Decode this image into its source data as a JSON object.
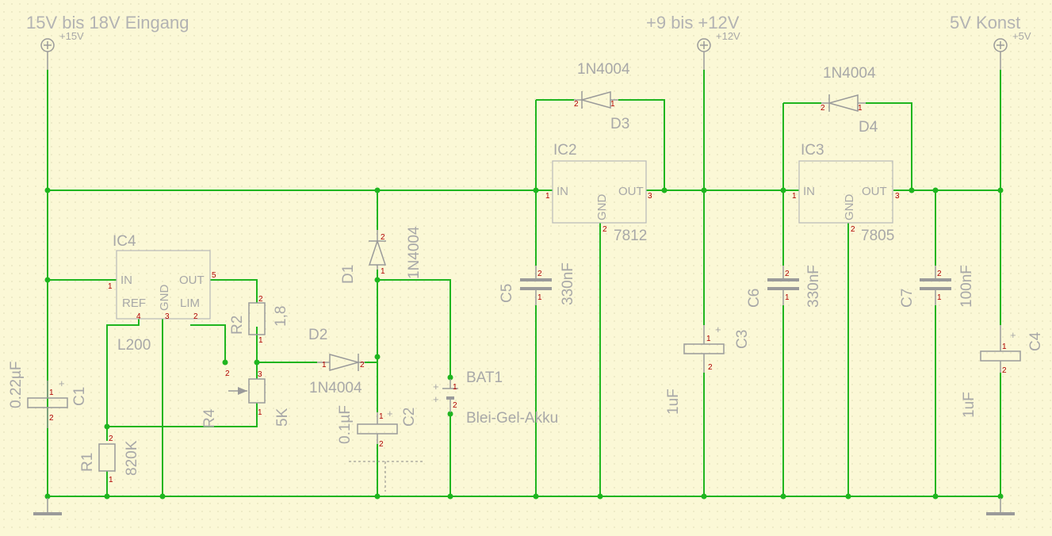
{
  "titles": {
    "input": "15V bis 18V Eingang",
    "mid": "+9 bis +12V",
    "out": "5V Konst"
  },
  "supplies": {
    "p15": "+15V",
    "p12": "+12V",
    "p5": "+5V"
  },
  "ic4": {
    "name": "IC4",
    "value": "L200",
    "in": "IN",
    "gnd": "GND",
    "out": "OUT",
    "ref": "REF",
    "lim": "LIM"
  },
  "ic2": {
    "name": "IC2",
    "value": "7812",
    "in": "IN",
    "gnd": "GND",
    "out": "OUT"
  },
  "ic3": {
    "name": "IC3",
    "value": "7805",
    "in": "IN",
    "gnd": "GND",
    "out": "OUT"
  },
  "d1": {
    "name": "D1",
    "value": "1N4004"
  },
  "d2": {
    "name": "D2",
    "value": "1N4004"
  },
  "d3": {
    "name": "D3",
    "value": "1N4004"
  },
  "d4": {
    "name": "D4",
    "value": "1N4004"
  },
  "c1": {
    "name": "C1",
    "value": "0.22µF"
  },
  "c2": {
    "name": "C2",
    "value": "0.1µF"
  },
  "c3": {
    "name": "C3",
    "value": "1uF"
  },
  "c4": {
    "name": "C4",
    "value": "1uF"
  },
  "c5": {
    "name": "C5",
    "value": "330nF"
  },
  "c6": {
    "name": "C6",
    "value": "330nF"
  },
  "c7": {
    "name": "C7",
    "value": "100nF"
  },
  "r1": {
    "name": "R1",
    "value": "820K"
  },
  "r2": {
    "name": "R2",
    "value": "1,8"
  },
  "r4": {
    "name": "R4",
    "value": "5K"
  },
  "bat1": {
    "name": "BAT1",
    "value": "Blei-Gel-Akku"
  },
  "pins": {
    "p1": "1",
    "p2": "2",
    "p3": "3",
    "p4": "4",
    "p5": "5"
  }
}
